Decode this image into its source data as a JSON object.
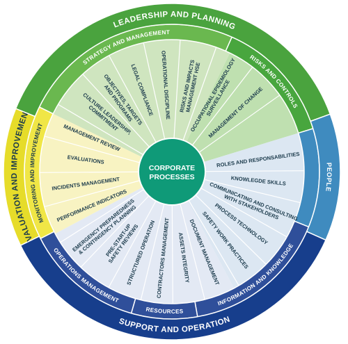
{
  "center": {
    "line1": "CORPORATE",
    "line2": "PROCESSES"
  },
  "outer_ring": {
    "leadership": "LEADERSHIP AND PLANNING",
    "evaluation": "EVALUATION AND IMPROVEMENT",
    "support": "SUPPORT AND OPERATION",
    "people": "PEOPLE"
  },
  "subgroups": {
    "strategy": "STRATEGY AND MANAGEMENT",
    "risks": "RISKS AND CONTROLS",
    "monitoring": "MONITORING AND IMPROVEMENT",
    "operations": "OPERATIONS MANAGEMENT",
    "resources": "RESOURCES",
    "information": "INFORMATION AND KNOWLEDGE"
  },
  "processes": [
    {
      "id": "culture",
      "lines": [
        "CULTURE LEADERSHIP,",
        "COMMITMENT"
      ]
    },
    {
      "id": "objectives",
      "lines": [
        "OBJECTIVES, TARGETS",
        "AND PROGRAMS"
      ]
    },
    {
      "id": "legal",
      "lines": [
        "LEGAL COMPLIANCE"
      ]
    },
    {
      "id": "discipline",
      "lines": [
        "OPERATIONAL DISCIPLINE"
      ]
    },
    {
      "id": "risks-impacts",
      "lines": [
        "RISKS AND IMPACTS",
        "MANAGEMENT HSE"
      ]
    },
    {
      "id": "epidemiology",
      "lines": [
        "OCCUPATIONAL EPIDEMIOLOGY",
        "SURVEILLANCE"
      ]
    },
    {
      "id": "change",
      "lines": [
        "MANAGEMENT OF CHANGE"
      ]
    },
    {
      "id": "roles",
      "lines": [
        "ROLES AND RESPONSABILITIES"
      ]
    },
    {
      "id": "knowledge",
      "lines": [
        "KNOWLEGDE SKILLS"
      ]
    },
    {
      "id": "communicating",
      "lines": [
        "COMMUNICATING AND CONSULTING",
        "WITH STAKEHOLDERS"
      ]
    },
    {
      "id": "technology",
      "lines": [
        "PROCESS TECHNOLOGY"
      ]
    },
    {
      "id": "safe-work",
      "lines": [
        "SAFETY WORK PRACTICES"
      ]
    },
    {
      "id": "documents",
      "lines": [
        "DOCUMENT MANAGEMENT"
      ]
    },
    {
      "id": "assets",
      "lines": [
        "ASSETS INTEGRITY"
      ]
    },
    {
      "id": "contractors",
      "lines": [
        "CONTRACTORS MANAGEMENT"
      ]
    },
    {
      "id": "structured",
      "lines": [
        "STRUCTURED OPERATION"
      ]
    },
    {
      "id": "pre-startup",
      "lines": [
        "PRE-START-UP",
        "SAFETY REVIEWS"
      ]
    },
    {
      "id": "emergency",
      "lines": [
        "EMERGENCY PREPAREDNESS",
        "& CONTINGENCY PLANNING"
      ]
    },
    {
      "id": "indicators",
      "lines": [
        "PERFORMANCE INDICATORS"
      ]
    },
    {
      "id": "incidents",
      "lines": [
        "INCIDENTS MANAGEMENT"
      ]
    },
    {
      "id": "evaluations",
      "lines": [
        "EVALUATIONS"
      ]
    },
    {
      "id": "review",
      "lines": [
        "MANAGEMENT REVIEW"
      ]
    }
  ],
  "colors": {
    "leadership": "#4aa33e",
    "strategy": "#6ab84f",
    "strategy_fill": "#cfe5bf",
    "risks": "#48a63e",
    "risks_fill": "#bfe0b0",
    "evaluation": "#e6dc2a",
    "monitoring": "#f0e646",
    "monitoring_fill": "#f8f3c2",
    "support": "#173e8c",
    "operations": "#2f4f9a",
    "resources": "#2f4f9a",
    "information": "#2f4f9a",
    "support_fill": "#e3e9f4",
    "people": "#3f8bbf",
    "people_fill": "#dce7f2",
    "hub": "#0f9a78",
    "spoke_text": "#1c3b4c"
  }
}
